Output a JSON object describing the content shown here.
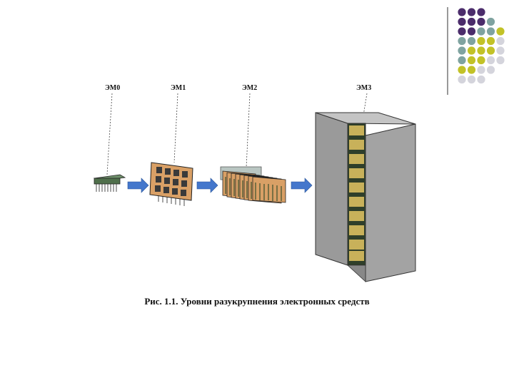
{
  "diagram": {
    "levels": [
      {
        "label": "ЭМ0"
      },
      {
        "label": "ЭМ1"
      },
      {
        "label": "ЭМ2"
      },
      {
        "label": "ЭМ3"
      }
    ],
    "caption": "Рис. 1.1. Уровни разукрупнения электронных средств"
  },
  "decoration": {
    "dot_colors": {
      "purple": "#4b2c6b",
      "teal": "#7fa3a0",
      "olive": "#c2c227",
      "grey": "#d4d4dc"
    },
    "dot_grid": [
      [
        "purple",
        "purple",
        "purple"
      ],
      [
        "purple",
        "purple",
        "purple",
        "teal"
      ],
      [
        "purple",
        "purple",
        "teal",
        "teal",
        "olive"
      ],
      [
        "teal",
        "teal",
        "olive",
        "olive",
        "grey"
      ],
      [
        "teal",
        "olive",
        "olive",
        "olive",
        "grey"
      ],
      [
        "teal",
        "olive",
        "olive",
        "grey",
        "grey"
      ],
      [
        "olive",
        "olive",
        "grey",
        "grey"
      ],
      [
        "grey",
        "grey",
        "grey"
      ]
    ]
  },
  "colors": {
    "arrow": "#4477cc",
    "board": "#d9a066",
    "cabinet_front": "#9a9a9a",
    "cabinet_side": "#b8b8b8"
  }
}
